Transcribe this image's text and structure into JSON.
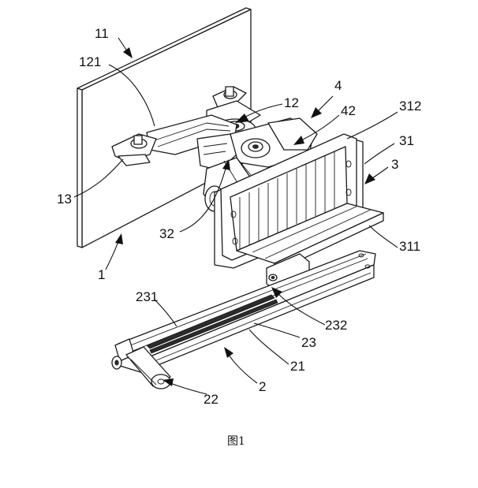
{
  "figure": {
    "caption": "图1",
    "labels": {
      "l11": "11",
      "l121": "121",
      "l12": "12",
      "l4": "4",
      "l42": "42",
      "l312": "312",
      "l31": "31",
      "l3": "3",
      "l13": "13",
      "l32": "32",
      "l311": "311",
      "l1": "1",
      "l231": "231",
      "l232": "232",
      "l23": "23",
      "l21": "21",
      "l2": "2",
      "l22": "22"
    }
  }
}
